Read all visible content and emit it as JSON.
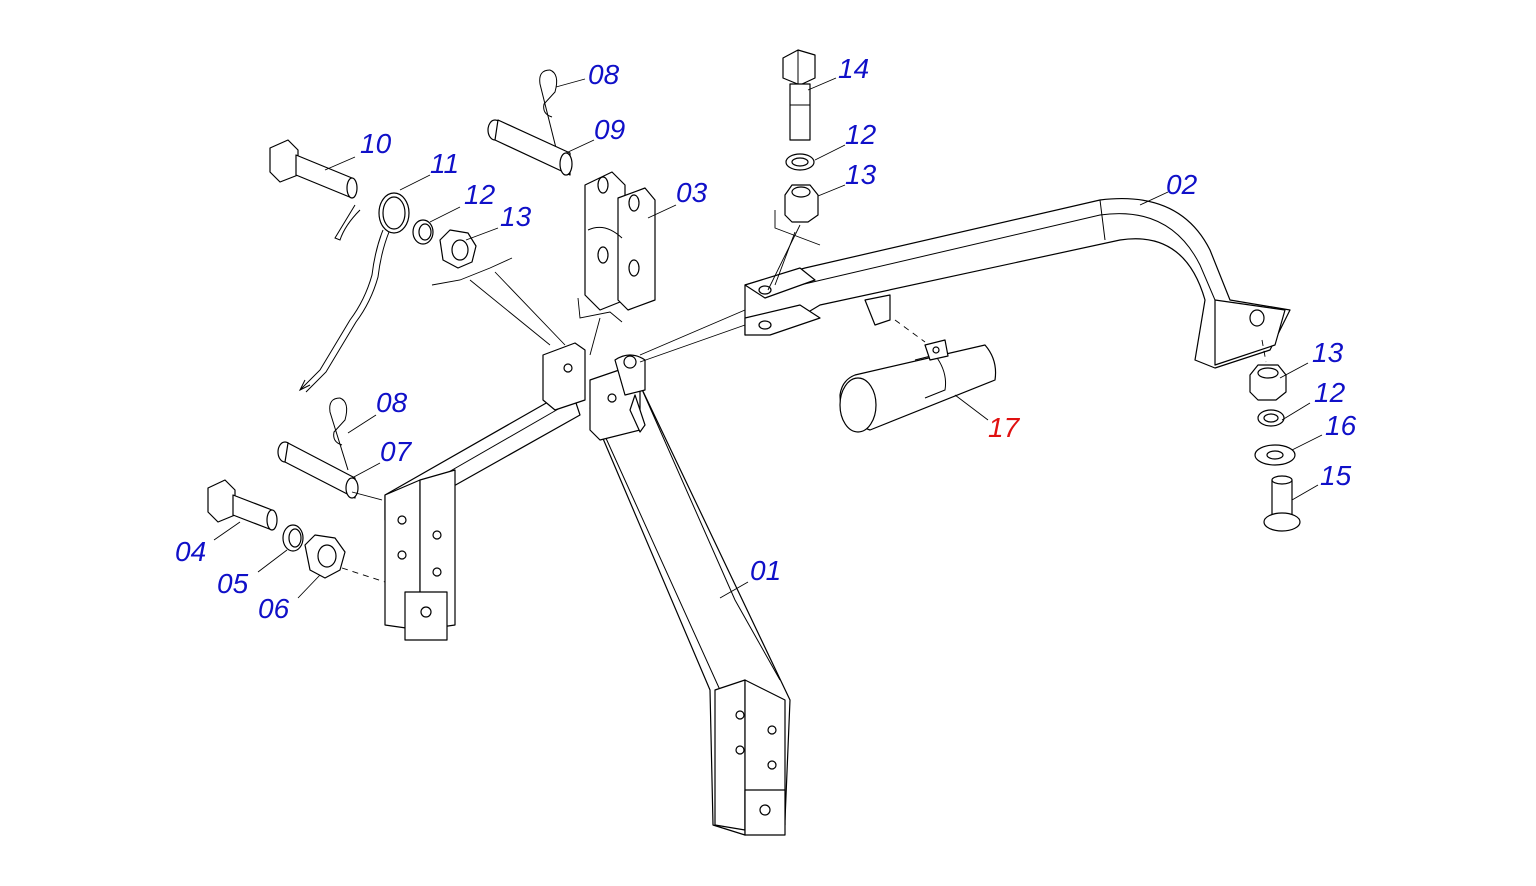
{
  "colors": {
    "label_default": "#1010c8",
    "label_highlight": "#e01010",
    "line": "#000000"
  },
  "callouts": {
    "c01": {
      "text": "01"
    },
    "c02": {
      "text": "02"
    },
    "c03": {
      "text": "03"
    },
    "c04": {
      "text": "04"
    },
    "c05": {
      "text": "05"
    },
    "c06": {
      "text": "06"
    },
    "c07": {
      "text": "07"
    },
    "c08a": {
      "text": "08"
    },
    "c08b": {
      "text": "08"
    },
    "c09": {
      "text": "09"
    },
    "c10": {
      "text": "10"
    },
    "c11": {
      "text": "11"
    },
    "c12a": {
      "text": "12"
    },
    "c12b": {
      "text": "12"
    },
    "c12c": {
      "text": "12"
    },
    "c13a": {
      "text": "13"
    },
    "c13b": {
      "text": "13"
    },
    "c13c": {
      "text": "13"
    },
    "c14": {
      "text": "14"
    },
    "c15": {
      "text": "15"
    },
    "c16": {
      "text": "16"
    },
    "c17": {
      "text": "17",
      "highlighted": true
    }
  }
}
